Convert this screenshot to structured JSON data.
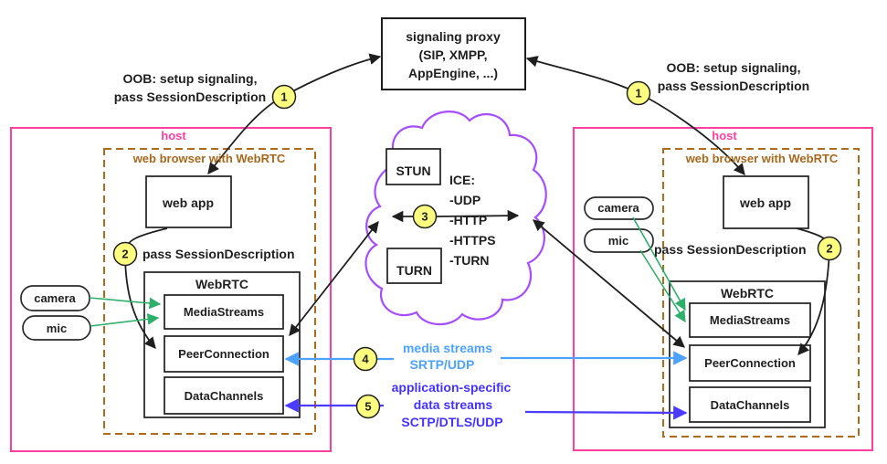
{
  "proxy": {
    "line1": "signaling proxy",
    "line2": "(SIP, XMPP,",
    "line3": "AppEngine, ...)"
  },
  "oob_left": {
    "line1": "OOB: setup signaling,",
    "line2": "pass SessionDescription"
  },
  "oob_right": {
    "line1": "OOB: setup signaling,",
    "line2": "pass SessionDescription"
  },
  "steps": {
    "s1": "1",
    "s2": "2",
    "s3": "3",
    "s4": "4",
    "s5": "5"
  },
  "cloud": {
    "stun": "STUN",
    "turn": "TURN",
    "ice_title": "ICE:",
    "ice_items": [
      "-UDP",
      "-HTTP",
      "-HTTPS",
      "-TURN"
    ]
  },
  "host_left": {
    "label": "host",
    "browser": "web browser with WebRTC",
    "web_app": "web app",
    "pass_sd": "pass SessionDescription",
    "webrtc": "WebRTC",
    "media_streams": "MediaStreams",
    "peer_connection": "PeerConnection",
    "data_channels": "DataChannels",
    "camera": "camera",
    "mic": "mic"
  },
  "host_right": {
    "label": "host",
    "browser": "web browser with WebRTC",
    "web_app": "web app",
    "pass_sd": "pass SessionDescription",
    "webrtc": "WebRTC",
    "media_streams": "MediaStreams",
    "peer_connection": "PeerConnection",
    "data_channels": "DataChannels",
    "camera": "camera",
    "mic": "mic"
  },
  "flows": {
    "media": {
      "line1": "media streams",
      "line2": "SRTP/UDP"
    },
    "data": {
      "line1": "application-specific",
      "line2": "data streams",
      "line3": "SCTP/DTLS/UDP"
    }
  },
  "colors": {
    "host_border": "#ff3fa0",
    "browser_border": "#b06a1a",
    "cloud_border": "#a64dff",
    "step_fill": "#ffff80",
    "green_arrow": "#2eb06a",
    "media_arrow": "#4da2ff",
    "data_arrow": "#4a3bff",
    "line": "#1f1f1f"
  }
}
